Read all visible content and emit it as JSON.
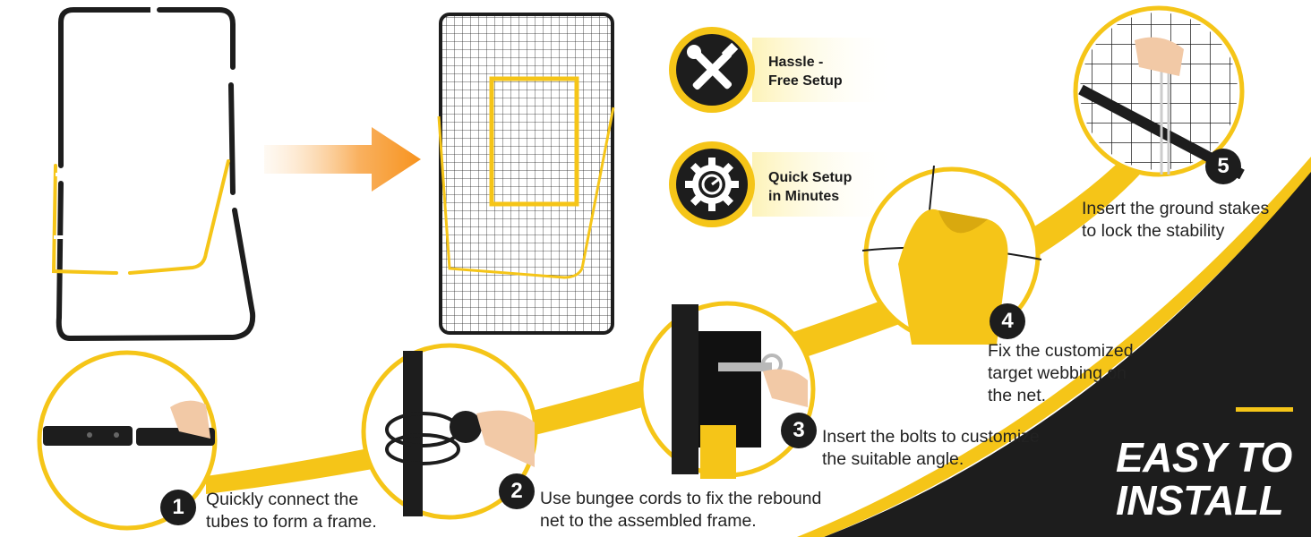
{
  "features": [
    {
      "icon": "tools-icon",
      "line1": "Hassle -",
      "line2": "Free Setup"
    },
    {
      "icon": "gear-gauge-icon",
      "line1": "Quick Setup",
      "line2": "in Minutes"
    }
  ],
  "steps": [
    {
      "number": "1",
      "line1": "Quickly connect the",
      "line2": "tubes to form a frame."
    },
    {
      "number": "2",
      "line1": "Use bungee cords to fix the rebound",
      "line2": "net to the assembled frame."
    },
    {
      "number": "3",
      "line1": "Insert the bolts to customize",
      "line2": "the suitable angle."
    },
    {
      "number": "4",
      "line1": "Fix the customized",
      "line2": "target webbing on",
      "line3": "the net."
    },
    {
      "number": "5",
      "line1": "Insert the ground stakes",
      "line2": "to lock the stability"
    }
  ],
  "headline": {
    "line1": "EASY TO",
    "line2": "INSTALL"
  },
  "colors": {
    "accent": "#f5c518",
    "dark": "#1d1d1d",
    "arrow": "#f7931e"
  }
}
